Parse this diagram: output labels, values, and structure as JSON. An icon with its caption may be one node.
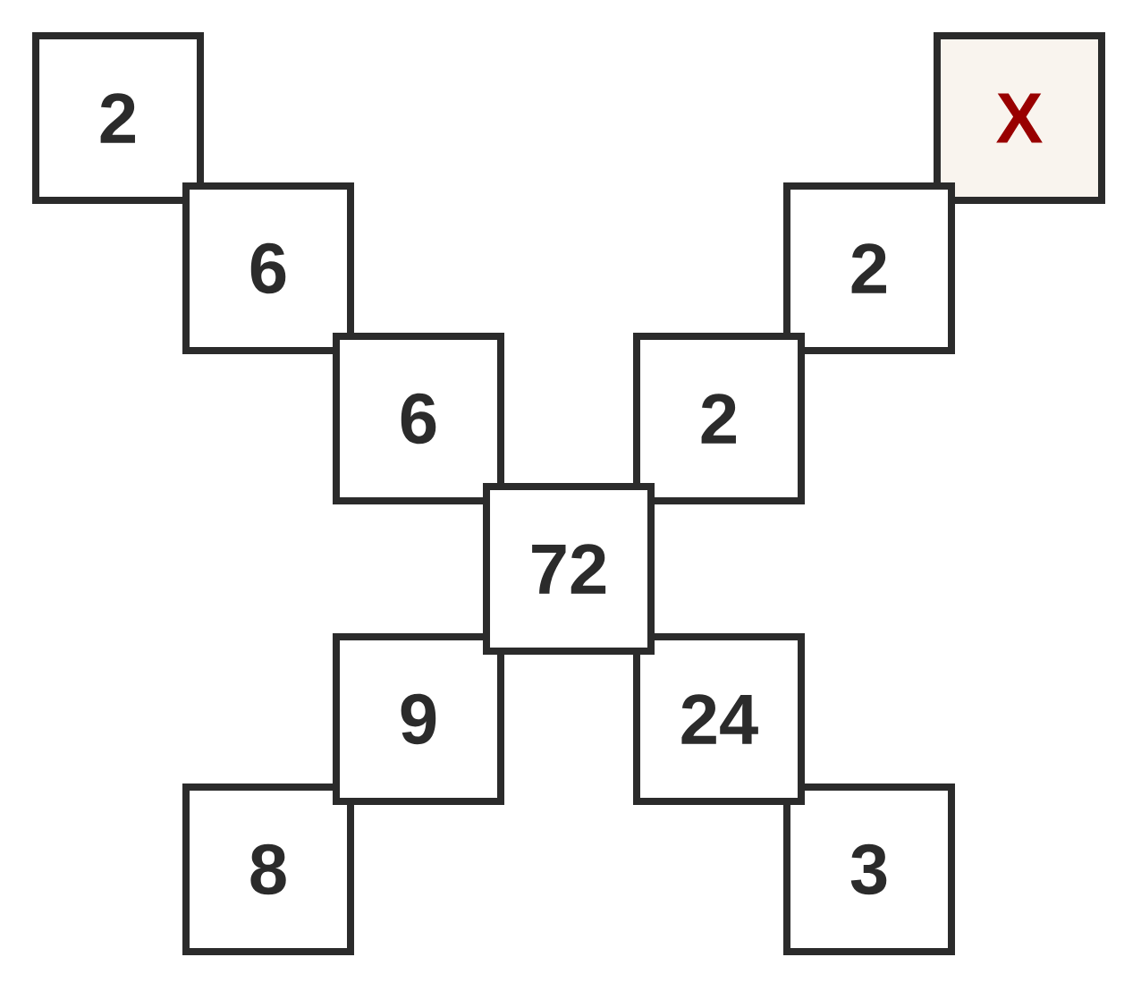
{
  "diagram": {
    "nodes": [
      {
        "text": [
          "2"
        ]
      },
      {
        "text": [
          "X"
        ]
      },
      {
        "text": [
          "6"
        ]
      },
      {
        "text": [
          "2"
        ]
      },
      {
        "text": [
          "6"
        ]
      },
      {
        "text": [
          "2"
        ]
      },
      {
        "text": [
          "72"
        ]
      },
      {
        "text": [
          "9"
        ]
      },
      {
        "text": [
          "24"
        ]
      },
      {
        "text": [
          "8"
        ]
      },
      {
        "text": [
          "3"
        ]
      }
    ]
  }
}
